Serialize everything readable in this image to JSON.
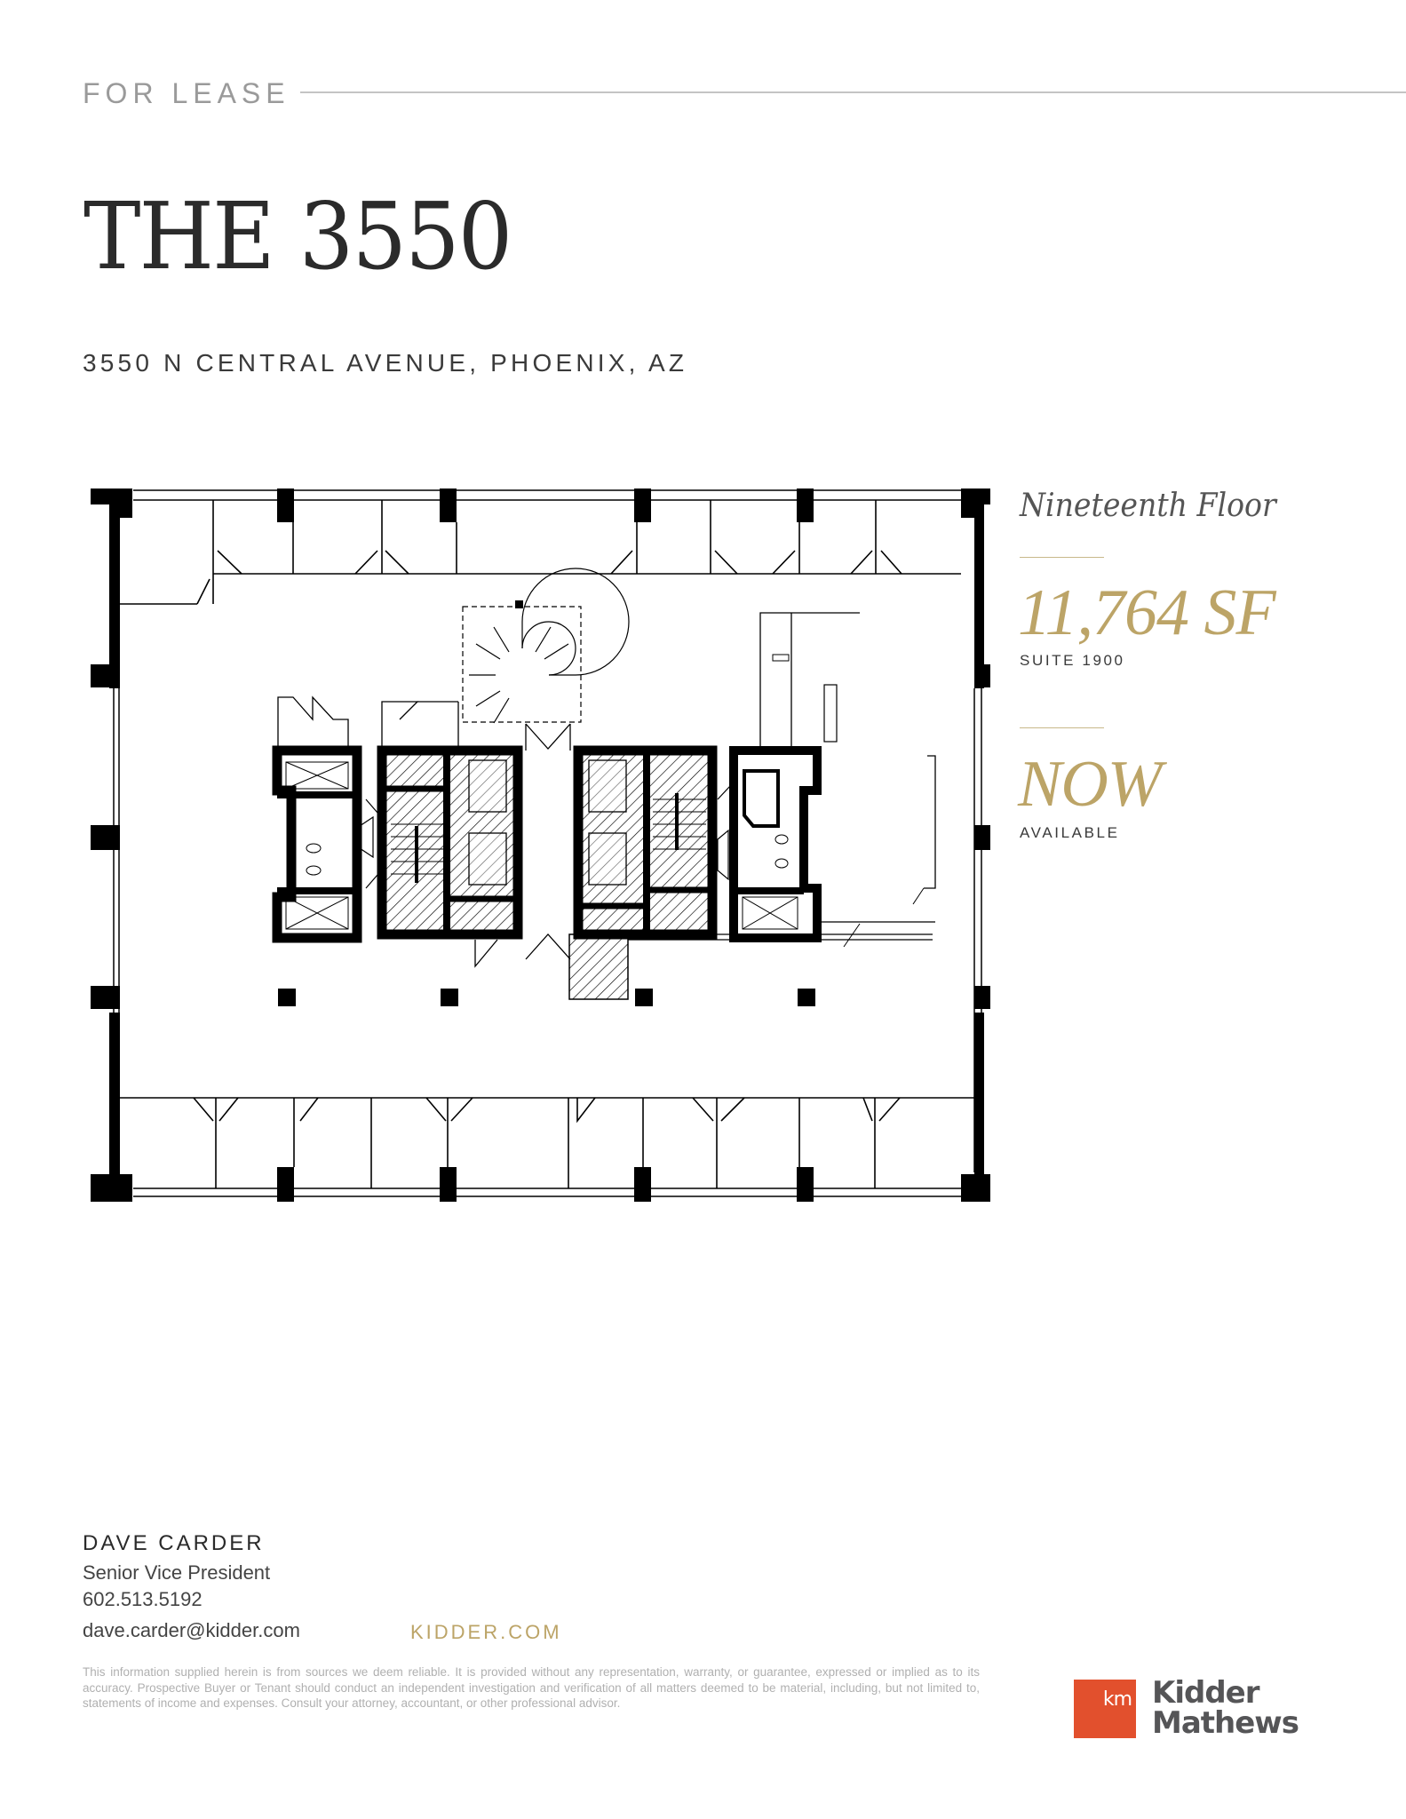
{
  "header": {
    "label": "FOR LEASE",
    "title": "THE 3550",
    "address": "3550 N CENTRAL AVENUE, PHOENIX, AZ"
  },
  "floor_plan": {
    "icon": "floor-plan-drawing",
    "description": "Nineteenth floor plan with perimeter offices, twin elevator/stair cores, restrooms and spiral staircase"
  },
  "details": {
    "floor": "Nineteenth Floor",
    "area": "11,764 SF",
    "suite": "SUITE 1900",
    "availability": "NOW",
    "availability_label": "AVAILABLE"
  },
  "contact": {
    "name": "DAVE CARDER",
    "title": "Senior Vice President",
    "phone": "602.513.5192",
    "email": "dave.carder@kidder.com",
    "website": "KIDDER.COM"
  },
  "disclaimer": "This information supplied herein is from sources we deem reliable. It is provided without any representation, warranty, or guarantee, expressed or implied as to its accuracy. Prospective Buyer or Tenant should conduct an independent investigation and verification of all matters deemed to be material, including, but not limited to, statements of income and expenses. Consult your attorney, accountant, or other professional advisor.",
  "brand": {
    "mark": "km",
    "name_line1": "Kidder",
    "name_line2": "Mathews",
    "mark_color": "#e2502d",
    "accent_gold": "#bca467"
  }
}
